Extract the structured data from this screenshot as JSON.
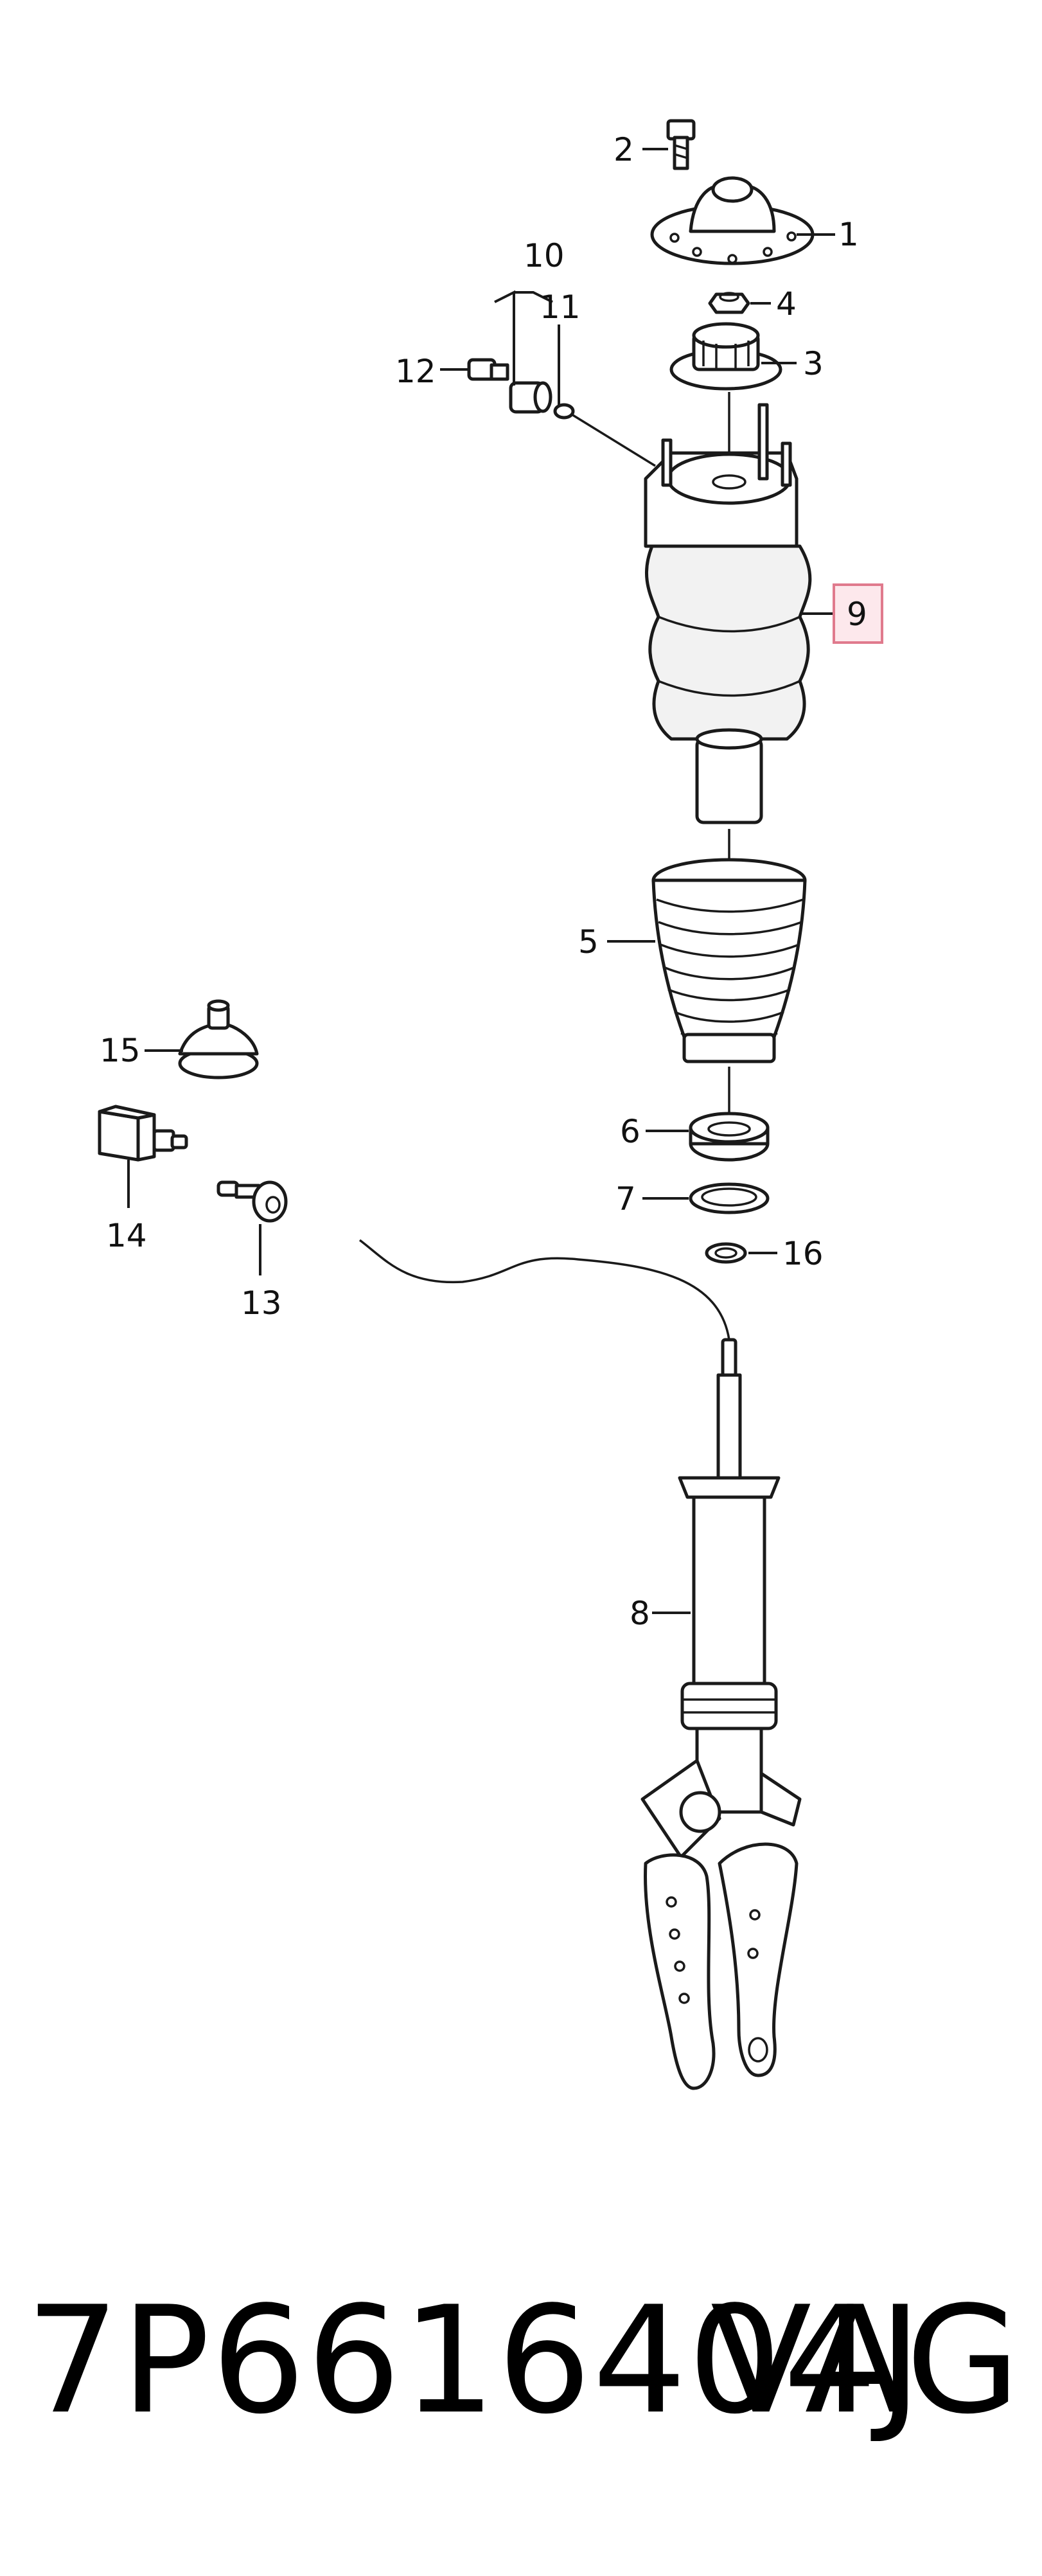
{
  "diagram": {
    "callouts": {
      "c1": "1",
      "c2": "2",
      "c3": "3",
      "c4": "4",
      "c5": "5",
      "c6": "6",
      "c7": "7",
      "c8": "8",
      "c9": "9",
      "c10": "10",
      "c11": "11",
      "c12": "12",
      "c13": "13",
      "c14": "14",
      "c15": "15",
      "c16": "16"
    },
    "highlighted_callout": "9",
    "highlight_color": "#fde8ec"
  },
  "footer": {
    "part_number": "7P6616404J",
    "brand": "VAG"
  }
}
